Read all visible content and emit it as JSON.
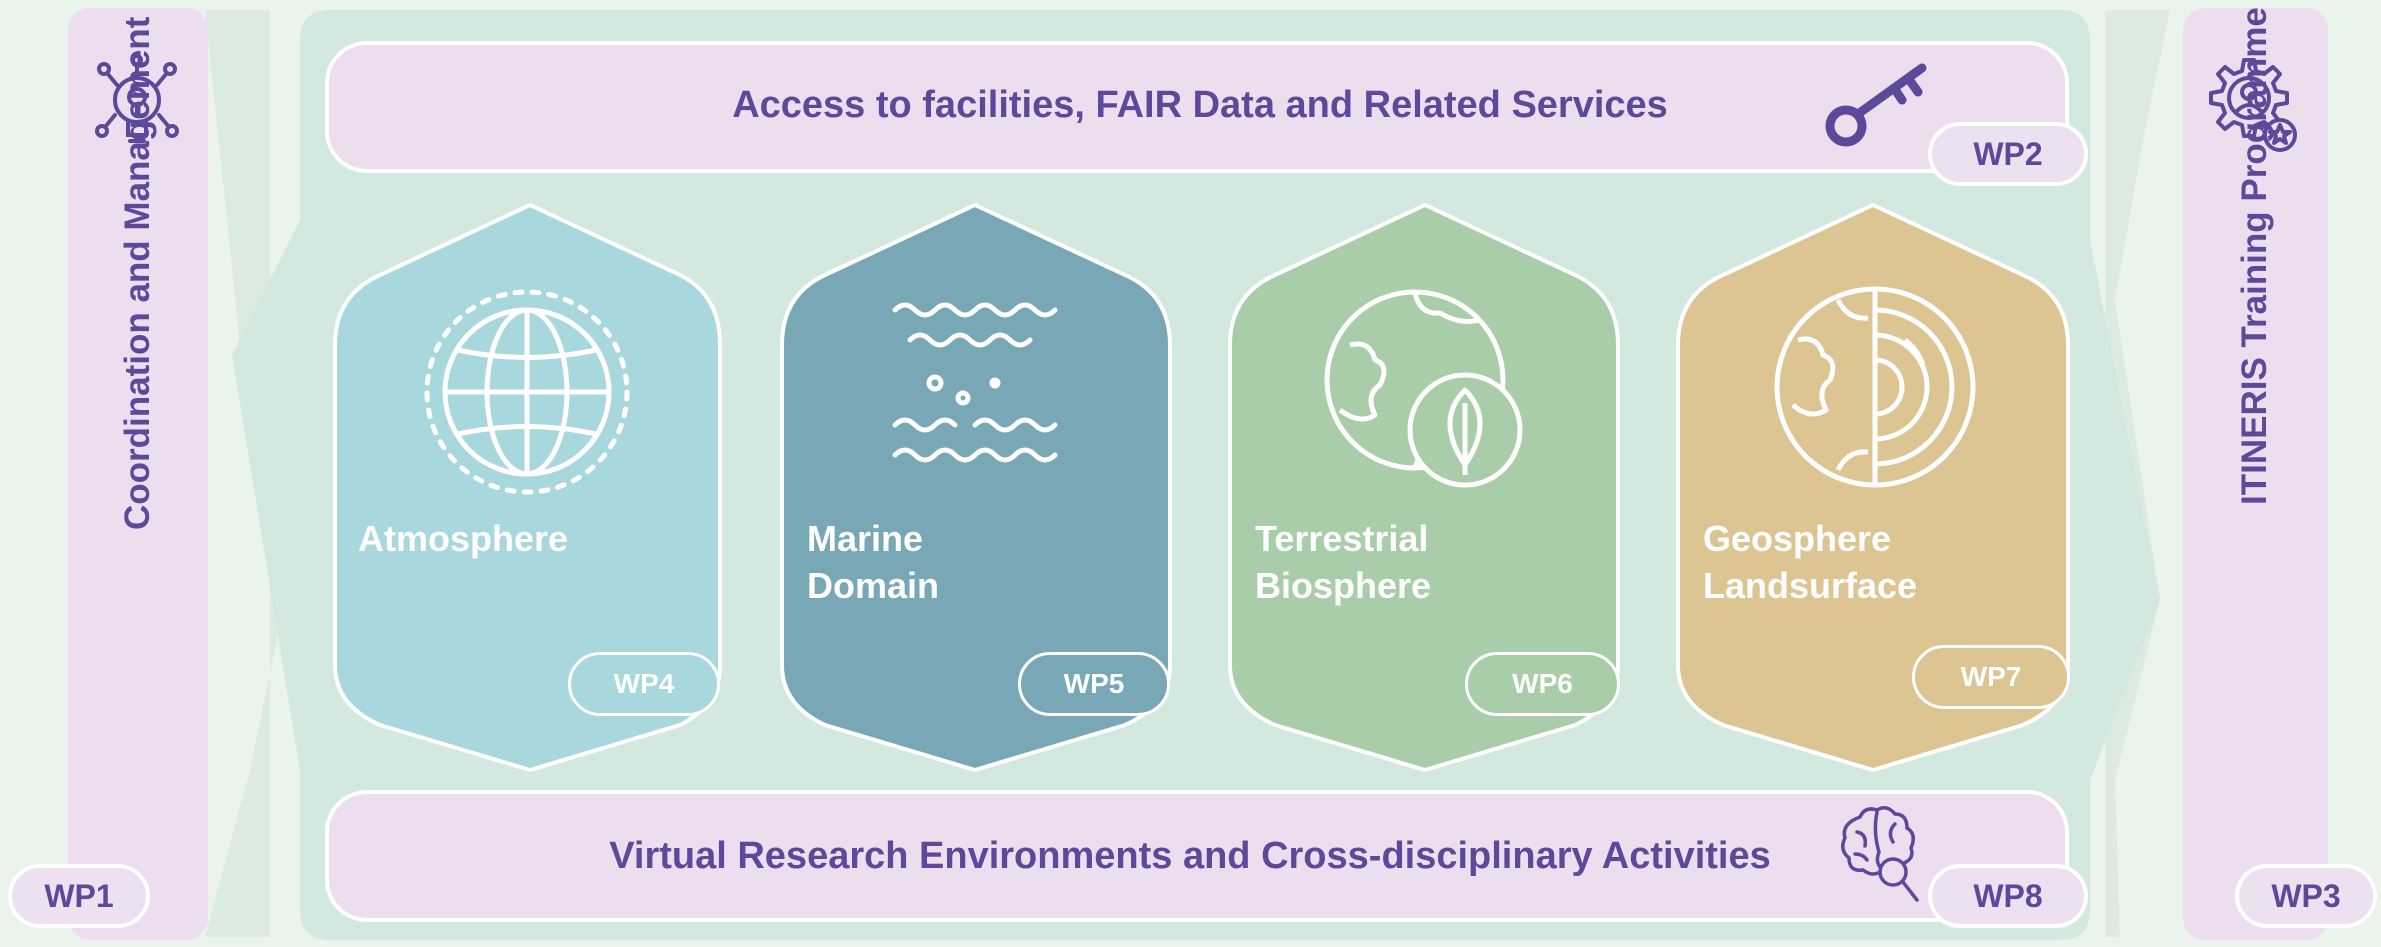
{
  "colors": {
    "page_bg": "#eaf3ec",
    "center_panel": "#d3e9df",
    "lilac": "#ecdeef",
    "text_purple": "#5b4a99",
    "atmosphere": "#a8d7de",
    "marine": "#78a8b6",
    "terrestrial": "#a8cda8",
    "geosphere": "#dcc592"
  },
  "banners": {
    "top": {
      "text": "Access to facilities, FAIR Data and Related Services",
      "wp": "WP2",
      "icon": "key-icon"
    },
    "bottom": {
      "text": "Virtual Research Environments and Cross-disciplinary Activities",
      "wp": "WP8",
      "icon": "brain-magnifier-icon"
    }
  },
  "sides": {
    "left": {
      "text": "Coordination and Management",
      "wp": "WP1",
      "icon": "lightbulb-network-icon"
    },
    "right": {
      "text": "ITINERIS Training Programme",
      "wp": "WP3",
      "icon": "gear-person-star-icon"
    }
  },
  "domains": [
    {
      "title": "Atmosphere",
      "wp": "WP4",
      "icon": "globe-icon"
    },
    {
      "title": "Marine\nDomain",
      "wp": "WP5",
      "icon": "waves-icon"
    },
    {
      "title": "Terrestrial\nBiosphere",
      "wp": "WP6",
      "icon": "earth-leaf-icon"
    },
    {
      "title": "Geosphere\nLandsurface",
      "wp": "WP7",
      "icon": "earth-layers-icon"
    }
  ]
}
